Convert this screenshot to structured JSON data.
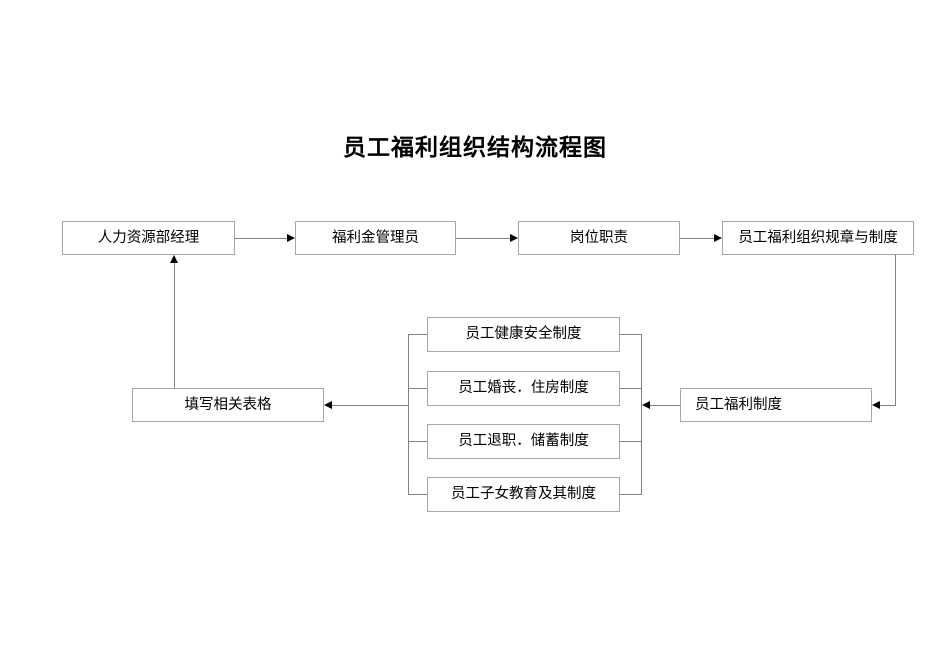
{
  "diagram": {
    "title": "员工福利组织结构流程图",
    "type": "flowchart",
    "nodes": {
      "hr_manager": "人力资源部经理",
      "benefit_fund_admin": "福利金管理员",
      "job_duties": "岗位职责",
      "org_rules": "员工福利组织规章与制度",
      "health_safety": "员工健康安全制度",
      "marriage_housing": "员工婚丧．住房制度",
      "retirement_savings": "员工退职．储蓄制度",
      "children_education": "员工子女教育及其制度",
      "fill_forms": "填写相关表格",
      "benefit_system": "员工福利制度"
    },
    "edges": [
      {
        "from": "hr_manager",
        "to": "benefit_fund_admin",
        "direction": "right"
      },
      {
        "from": "benefit_fund_admin",
        "to": "job_duties",
        "direction": "right"
      },
      {
        "from": "job_duties",
        "to": "org_rules",
        "direction": "right"
      },
      {
        "from": "org_rules",
        "to": "benefit_system",
        "direction": "down-left"
      },
      {
        "from": "benefit_system",
        "to": "policy-group",
        "direction": "left"
      },
      {
        "from": "policy-group",
        "to": "fill_forms",
        "direction": "left"
      },
      {
        "from": "fill_forms",
        "to": "hr_manager",
        "direction": "up"
      }
    ],
    "colors": {
      "box_border": "#a6a6a6",
      "connector": "#808080",
      "arrowhead": "#000000",
      "background": "#ffffff",
      "text": "#000000"
    }
  }
}
